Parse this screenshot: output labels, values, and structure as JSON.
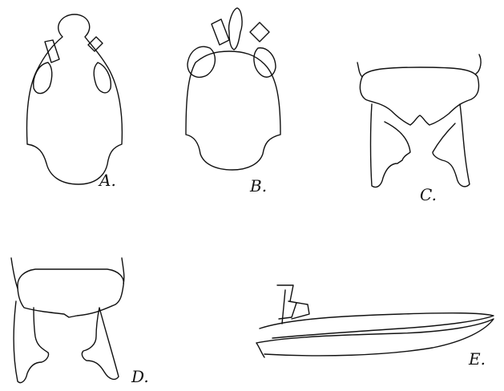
{
  "figures": [
    {
      "id": "A",
      "label": "A."
    },
    {
      "id": "B",
      "label": "B."
    },
    {
      "id": "C",
      "label": "C."
    },
    {
      "id": "D",
      "label": "D."
    },
    {
      "id": "E",
      "label": "E."
    }
  ],
  "colors": {
    "ink": "#111111",
    "paper": "#ffffff"
  }
}
